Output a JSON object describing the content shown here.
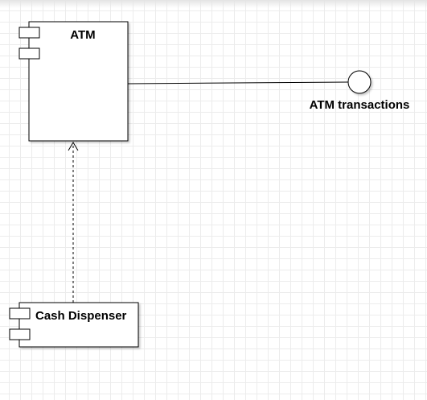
{
  "diagram": {
    "components": [
      {
        "id": "atm",
        "label": "ATM"
      },
      {
        "id": "cash-dispenser",
        "label": "Cash Dispenser"
      }
    ],
    "interfaces": [
      {
        "id": "atm-transactions",
        "label": "ATM transactions"
      }
    ],
    "connections": [
      {
        "from": "atm",
        "to": "atm-transactions",
        "style": "solid"
      },
      {
        "from": "cash-dispenser",
        "to": "atm",
        "style": "dashed",
        "arrow": "open"
      }
    ]
  }
}
